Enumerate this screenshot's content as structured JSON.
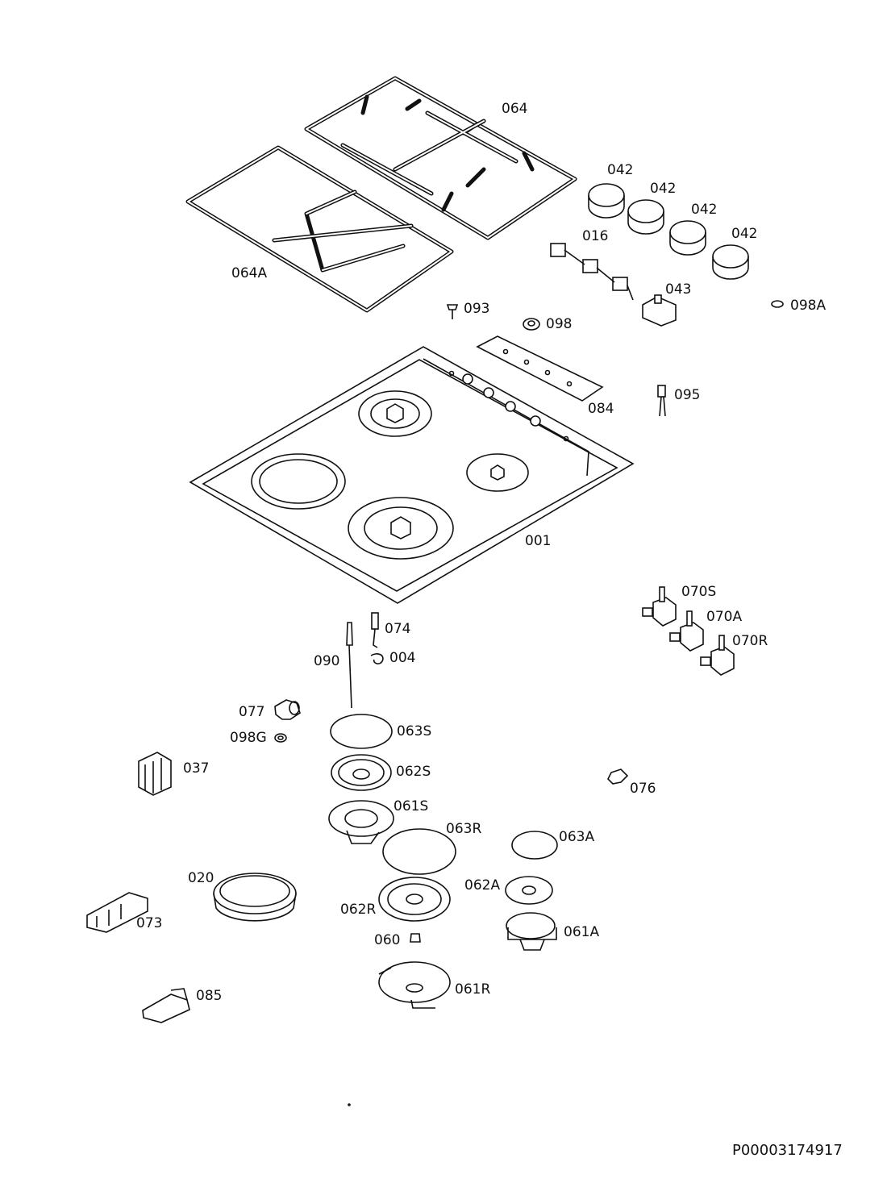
{
  "diagram": {
    "labels": {
      "l001": "001",
      "l004": "004",
      "l016": "016",
      "l020": "020",
      "l037": "037",
      "l042a": "042",
      "l042b": "042",
      "l042c": "042",
      "l042d": "042",
      "l043": "043",
      "l060": "060",
      "l061A": "061A",
      "l061R": "061R",
      "l061S": "061S",
      "l062A": "062A",
      "l062R": "062R",
      "l062S": "062S",
      "l063A": "063A",
      "l063R": "063R",
      "l063S": "063S",
      "l064": "064",
      "l064A": "064A",
      "l070A": "070A",
      "l070R": "070R",
      "l070S": "070S",
      "l073": "073",
      "l074": "074",
      "l076": "076",
      "l077": "077",
      "l084": "084",
      "l085": "085",
      "l090": "090",
      "l093": "093",
      "l095": "095",
      "l098": "098",
      "l098A": "098A",
      "l098G": "098G"
    },
    "document_code": "P00003174917"
  }
}
